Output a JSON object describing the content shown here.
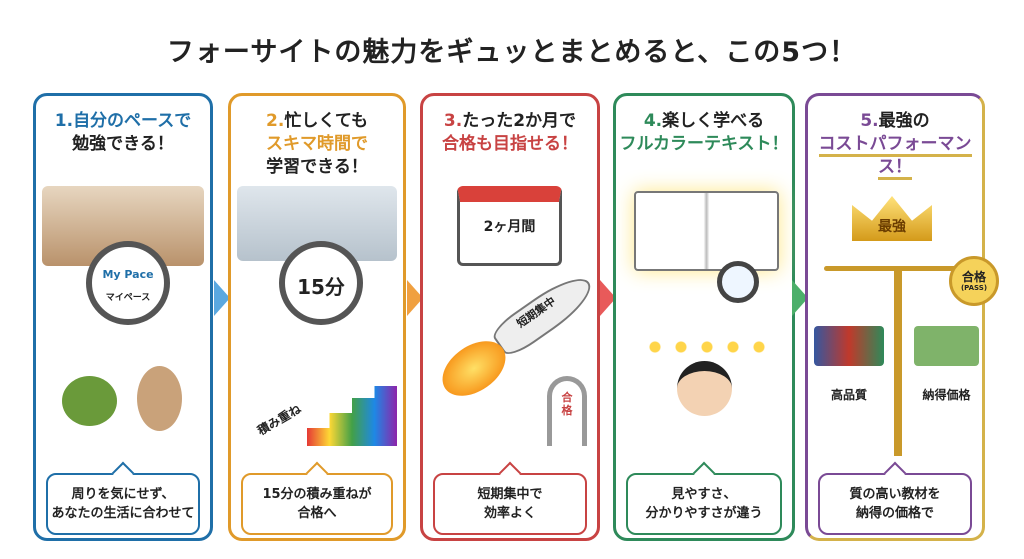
{
  "title": "フォーサイトの魅力をギュッとまとめると、この5つ！",
  "colors": {
    "c1": "#1f6fa8",
    "c2": "#e09a2a",
    "c3": "#c84343",
    "c4": "#2e8a5a",
    "c5": "#7a4a95"
  },
  "cards": [
    {
      "num": "1.",
      "line1": "自分のペースで",
      "line2": "勉強できる！",
      "foot1": "周りを気にせず、",
      "foot2": "あなたの生活に合わせて",
      "badge1": "My Pace",
      "badge2": "マイペース"
    },
    {
      "num": "2.",
      "line1": "忙しくても",
      "line2": "スキマ時間で",
      "line3": "学習できる！",
      "foot1": "15分の積み重ねが",
      "foot2": "合格へ",
      "timer": "15分",
      "stack": "積み重ね"
    },
    {
      "num": "3.",
      "line1": "たった2か月で",
      "line2": "合格も目指せる！",
      "foot1": "短期集中で",
      "foot2": "効率よく",
      "calendar": "2ヶ月間",
      "rocket": "短期集中",
      "gate": "合格"
    },
    {
      "num": "4.",
      "line1": "楽しく学べる",
      "line2": "フルカラーテキスト！",
      "foot1": "見やすさ、",
      "foot2": "分かりやすさが違う"
    },
    {
      "num": "5.",
      "line1": "最強の",
      "line2": "コストパフォーマンス！",
      "foot1": "質の高い教材を",
      "foot2": "納得の価格で",
      "crown": "最強",
      "medal": "合格",
      "medal_sub": "(PASS)",
      "left_pan": "高品質",
      "right_pan": "納得価格"
    }
  ]
}
